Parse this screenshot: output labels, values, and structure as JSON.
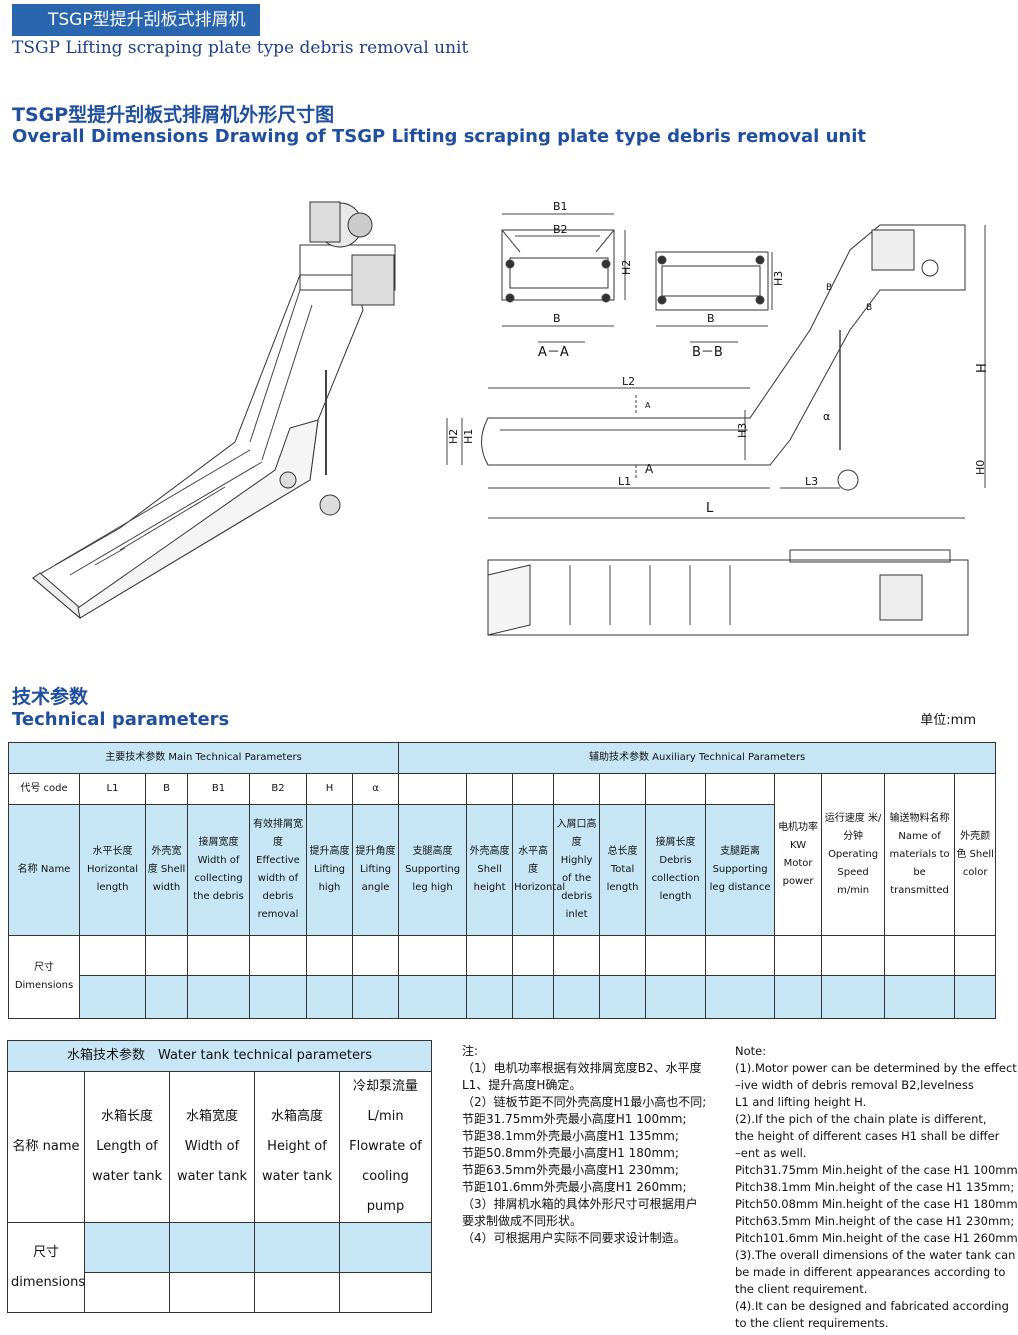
{
  "header": {
    "tab_cn": "TSGP型提升刮板式排屑机",
    "subtitle_en": "TSGP Lifting scraping plate type debris removal unit"
  },
  "drawing": {
    "title_cn": "TSGP型提升刮板式排屑机外形尺寸图",
    "title_en": "Overall Dimensions Drawing of TSGP Lifting scraping plate type debris removal unit",
    "labels": {
      "b1": "B1",
      "b2": "B2",
      "b_a": "B",
      "b_b": "B",
      "h2_a": "H2",
      "h3_b": "H3",
      "section_aa": "A－A",
      "section_bb": "B－B",
      "l2": "L2",
      "l1": "L1",
      "l3": "L3",
      "l": "L",
      "h": "H",
      "h0": "H0",
      "h1": "H1",
      "h2": "H2",
      "h3": "H3",
      "alpha": "α",
      "a_top": "A",
      "a_bot": "A",
      "b_top": "B",
      "b_bot": "B"
    }
  },
  "tech": {
    "title_cn": "技术参数",
    "title_en": "Technical parameters",
    "unit": "单位:mm",
    "main_header": "主要技术参数 Main Technical Parameters",
    "aux_header": "辅助技术参数 Auxiliary Technical Parameters",
    "code_label": "代号 code",
    "codes": [
      "L1",
      "B",
      "B1",
      "B2",
      "H",
      "α"
    ],
    "name_label": "名称 Name",
    "names": [
      "水平长度 Horizontal length",
      "外壳宽度 Shell width",
      "接屑宽度 Width of collecting the debris",
      "有效排屑宽度 Effective width of debris removal",
      "提升高度 Lifting high",
      "提升角度 Lifting angle",
      "支腿高度 Supporting leg high",
      "外壳高度 Shell height",
      "水平高度 Horizontal",
      "入屑口高度 Highly of the debris inlet",
      "总长度 Total length",
      "接屑长度 Debris collection length",
      "支腿距离 Supporting leg distance",
      "电机功率KW Motor power",
      "运行速度 米/分钟 Operating Speed m/min",
      "输送物料名称 Name of materials to be transmitted",
      "外壳颜色 Shell color"
    ],
    "dim_label": "尺寸 Dimensions"
  },
  "water": {
    "title": "水箱技术参数　Water tank technical parameters",
    "name_label": "名称 name",
    "cols": [
      "水箱长度 Length of water tank",
      "水箱宽度 Width of water tank",
      "水箱高度 Height of water tank",
      "冷却泵流量 L/min Flowrate of cooling pump"
    ],
    "dim_label": "尺寸 dimensions"
  },
  "notes_cn": [
    "注:",
    "（1）电机功率根据有效排屑宽度B2、水平度",
    "L1、提升高度H确定。",
    "（2）链板节距不同外壳高度H1最小高也不同;",
    "节距31.75mm外壳最小高度H1 100mm;",
    "节距38.1mm外壳最小高度H1 135mm;",
    "节距50.8mm外壳最小高度H1 180mm;",
    "节距63.5mm外壳最小高度H1 230mm;",
    "节距101.6mm外壳最小高度H1 260mm;",
    "（3）排屑机水箱的具体外形尺寸可根据用户",
    "要求制做成不同形状。",
    "（4）可根据用户实际不同要求设计制造。"
  ],
  "notes_en": [
    "Note:",
    "(1).Motor power can be determined by the effect",
    "–ive width of debris removal B2,levelness",
    "L1 and lifting height H.",
    "(2).If the pich of the chain plate is different,",
    "the height of different cases H1 shall be differ",
    "–ent as well.",
    "Pitch31.75mm Min.height of the case H1 100mm",
    "Pitch38.1mm Min.height of the case H1 135mm;",
    "Pitch50.08mm Min.height of the case H1 180mm",
    "Pitch63.5mm Min.height of the case H1 230mm;",
    "Pitch101.6mm Min.height of the case H1 260mm",
    "(3).The overall dimensions of the water tank can",
    " be made in different appearances according to",
    " the client requirement.",
    "(4).It can be designed and fabricated according",
    "to the client requirements."
  ]
}
